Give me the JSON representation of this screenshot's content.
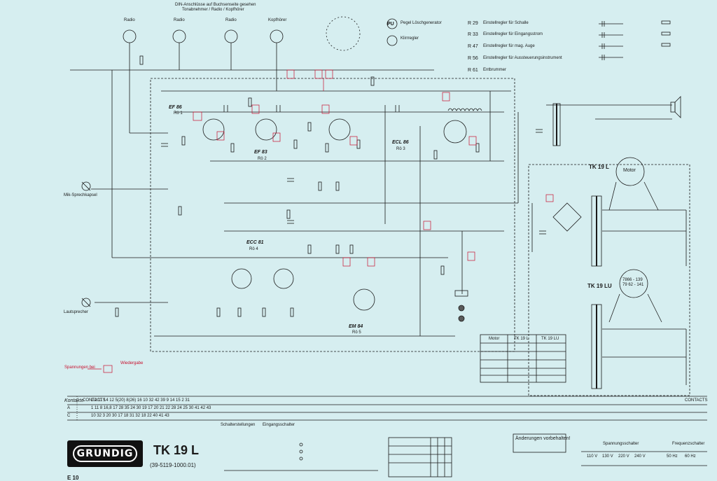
{
  "title_block": {
    "brand": "GRUNDIG",
    "model": "TK 19 L",
    "part_number": "(39-5119-1000.01)",
    "page": "E 10"
  },
  "tubes": {
    "ef86": "EF 86",
    "ef86_ref": "Rö 1",
    "ef83": "EF 83",
    "ef83_ref": "Rö 2",
    "ecl86": "ECL 86",
    "ecl86_ref": "Rö 3",
    "ecc81": "ECC 81",
    "ecc81_ref": "Rö 4",
    "em84": "EM 84",
    "em84_ref": "Rö 5"
  },
  "motors": {
    "tk19l": "TK 19 L",
    "tk19lu": "TK 19 LU",
    "motor": "Motor",
    "tk19lu_motor_a": "7866 - 139",
    "tk19lu_motor_b": "79 62 - 141"
  },
  "top_labels": {
    "header_a": "DIN-Anschlüsse auf Buchsenseite gesehen",
    "header_b": "Tonabnehmer / Radio / Kopfhörer",
    "jack_1": "Radio",
    "jack_2": "Radio",
    "jack_3": "Radio",
    "jack_4": "Kopfhörer"
  },
  "legend_right": {
    "r29": "R 29",
    "r29_text": "Einstellregler für Schalle",
    "r33": "R 33",
    "r33_text": "Einstellregler für Eingangsstrom",
    "r47": "R 47",
    "r47_text": "Einstellregler für mag. Auge",
    "r56": "R 56",
    "r56_text": "Einstellregler für Aussteuerungsinstrument",
    "r61": "R 61",
    "r61_text": "Entbrummer",
    "pu_label": "PU",
    "pu_text": "Pegel Löschgenerator",
    "kl_text": "Klirrregler"
  },
  "left_labels": {
    "mic": "Mik-Sprechkapsel",
    "phones": "Lautsprecher",
    "red_note": "Spannungen bei",
    "red_note_2": "Wiedergabe"
  },
  "contacts": {
    "kontakte": "Kontakte",
    "contacts": "CONTACTS",
    "row_a": "A",
    "row_b": "B",
    "row_c": "C",
    "nums_a": "1  2 11 14 12   5(20)  8(26)   16  10   32 42 39   9 14   15   2 31",
    "nums_b": "1    11   8    16,8   17   28   35   24 30  19 17 20 21 22 28 24 25   30 41   42 43",
    "nums_c": "10    32   3   20   30   17 18   31   32   18 22   40   41   43"
  },
  "bottom": {
    "sw_title": "Schalterstellungen",
    "sw_title_b": "Eingangsschalter",
    "change_note": "Änderungen vorbehalten!",
    "table_head": "Motor",
    "tk19l_col": "TK 19 L",
    "tk19lu_col": "TK 19 LU",
    "voltage": "Spannungsschalter",
    "freq": "Frequenzschalter",
    "v_110": "110 V",
    "v_130": "130 V",
    "v_220": "220 V",
    "v_240": "240 V",
    "f_50": "50 Hz",
    "f_60": "60 Hz"
  },
  "colors": {
    "background": "#d6eef0",
    "ink": "#1a1a1a",
    "annotation_red": "#c8102e"
  }
}
